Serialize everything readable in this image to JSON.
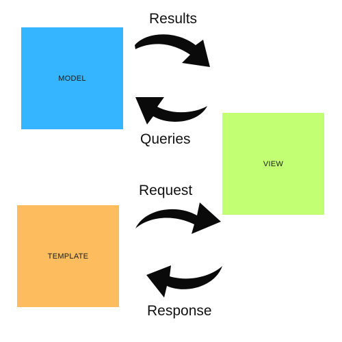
{
  "colors": {
    "model": "#35b4ff",
    "view": "#c2ff72",
    "template": "#fdbd5e",
    "arrow": "#0a0a0a"
  },
  "nodes": {
    "model": "MODEL",
    "view": "VIEW",
    "template": "TEMPLATE"
  },
  "flows": {
    "results": "Results",
    "queries": "Queries",
    "request": "Request",
    "response": "Response"
  }
}
